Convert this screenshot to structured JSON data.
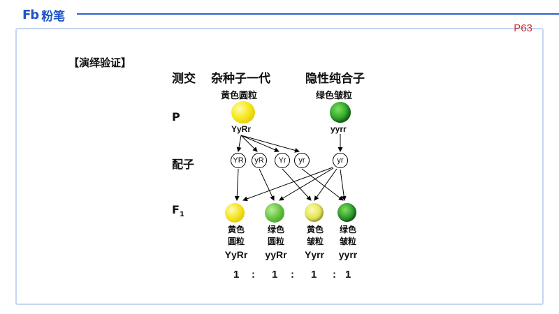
{
  "brand": {
    "logo_mark": "Fb",
    "logo_text": "粉笔"
  },
  "page_number": "P63",
  "section_title": "【演绎验证】",
  "header": {
    "cross_label": "测交",
    "left_parent": "杂种子一代",
    "right_parent": "隐性纯合子",
    "left_phenotype": "黄色圆粒",
    "right_phenotype": "绿色皱粒"
  },
  "rows": {
    "p": "P",
    "gametes": "配子",
    "f1": "F",
    "f1_sub": "1"
  },
  "parents": {
    "left_genotype": "YyRr",
    "right_genotype": "yyrr"
  },
  "gametes_left": [
    "YR",
    "yR",
    "Yr",
    "yr"
  ],
  "gamete_right": "yr",
  "offspring": [
    {
      "line1": "黄色",
      "line2": "圆粒",
      "genotype": "YyRr",
      "color": "#f2e21a"
    },
    {
      "line1": "绿色",
      "line2": "圆粒",
      "genotype": "yyRr",
      "color": "#5fbd3a"
    },
    {
      "line1": "黄色",
      "line2": "皱粒",
      "genotype": "Yyrr",
      "color": "#e4e45a"
    },
    {
      "line1": "绿色",
      "line2": "皱粒",
      "genotype": "yyrr",
      "color": "#2e9a2e"
    }
  ],
  "ratio": [
    "1",
    ":",
    "1",
    ":",
    "1",
    ":",
    "1"
  ],
  "colors": {
    "brand": "#1f55c7",
    "page_number": "#d93025",
    "frame": "#c5d6f3"
  }
}
